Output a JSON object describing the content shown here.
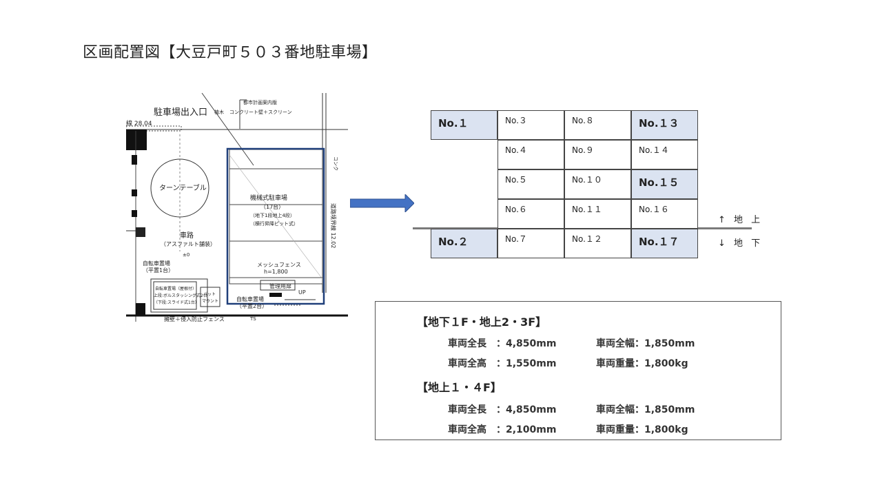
{
  "title": "区画配置図【大豆戸町５０３番地駐車場】",
  "plan": {
    "entrance": "駐車場出入口",
    "line_top": "線 28.04",
    "city_plan": "都市計画案内版",
    "wall": "コンクリート壁＋スクリーン",
    "plant": "植木",
    "turntable": "ターンテーブル",
    "road": "車路",
    "asphalt": "（アスファルト舗装）",
    "pm": "±0",
    "machine_1": "機械式駐車場",
    "machine_2": "（17台）",
    "machine_3": "（地下1段地上4段）",
    "machine_4": "（横行昇降ピット式）",
    "mesh_1": "メッシュフェンス",
    "mesh_2": "h=1,800",
    "boundary": "道路境界線 12.02",
    "concrete": "コンク",
    "bike_1": "自転車置場",
    "bike_2": "（平置1台）",
    "bike_rack_1": "自転車置場（屋根付）",
    "bike_rack_2": "上段:ボルスタッシング式2台",
    "bike_rack_3": "（下段:スライド式1台）",
    "pad_1": "パット",
    "pad_2": "マウント",
    "office": "管理用扉",
    "up": "UP",
    "bike2_1": "自転車置場",
    "bike2_2": "（平置2台）",
    "ts": "TS",
    "bottom": "擁壁＋侵入防止フェンス"
  },
  "grid": {
    "cells": [
      {
        "label": "No.１",
        "hi": true,
        "col": 0,
        "row": 0
      },
      {
        "label": "No.３",
        "hi": false,
        "col": 1,
        "row": 0
      },
      {
        "label": "No.８",
        "hi": false,
        "col": 2,
        "row": 0
      },
      {
        "label": "No.１３",
        "hi": true,
        "col": 3,
        "row": 0
      },
      {
        "label": "No.４",
        "hi": false,
        "col": 1,
        "row": 1
      },
      {
        "label": "No.９",
        "hi": false,
        "col": 2,
        "row": 1
      },
      {
        "label": "No.１４",
        "hi": false,
        "col": 3,
        "row": 1
      },
      {
        "label": "No.５",
        "hi": false,
        "col": 1,
        "row": 2
      },
      {
        "label": "No.１０",
        "hi": false,
        "col": 2,
        "row": 2
      },
      {
        "label": "No.１５",
        "hi": true,
        "col": 3,
        "row": 2
      },
      {
        "label": "No.６",
        "hi": false,
        "col": 1,
        "row": 3
      },
      {
        "label": "No.１１",
        "hi": false,
        "col": 2,
        "row": 3
      },
      {
        "label": "No.１６",
        "hi": false,
        "col": 3,
        "row": 3
      },
      {
        "label": "No.２",
        "hi": true,
        "col": 0,
        "row": 4
      },
      {
        "label": "No.７",
        "hi": false,
        "col": 1,
        "row": 4
      },
      {
        "label": "No.１２",
        "hi": false,
        "col": 2,
        "row": 4
      },
      {
        "label": "No.１７",
        "hi": true,
        "col": 3,
        "row": 4
      }
    ],
    "above": "↑ 地 上",
    "below": "↓ 地 下"
  },
  "specs": {
    "heading1": "【地下１F・地上2・3F】",
    "s1_length": "車両全長　：4,850mm",
    "s1_width": "車両全幅：1,850mm",
    "s1_height": "車両全高　：1,550mm",
    "s1_weight": "車両重量：1,800kg",
    "heading2": "【地上１・４F】",
    "s2_length": "車両全長　：4,850mm",
    "s2_width": "車両全幅：1,850mm",
    "s2_height": "車両全高　：2,100mm",
    "s2_weight": "車両重量：1,800kg"
  },
  "colors": {
    "highlight": "#dbe3f1",
    "arrow": "#4472c4",
    "frame": "#1f3f7a"
  }
}
